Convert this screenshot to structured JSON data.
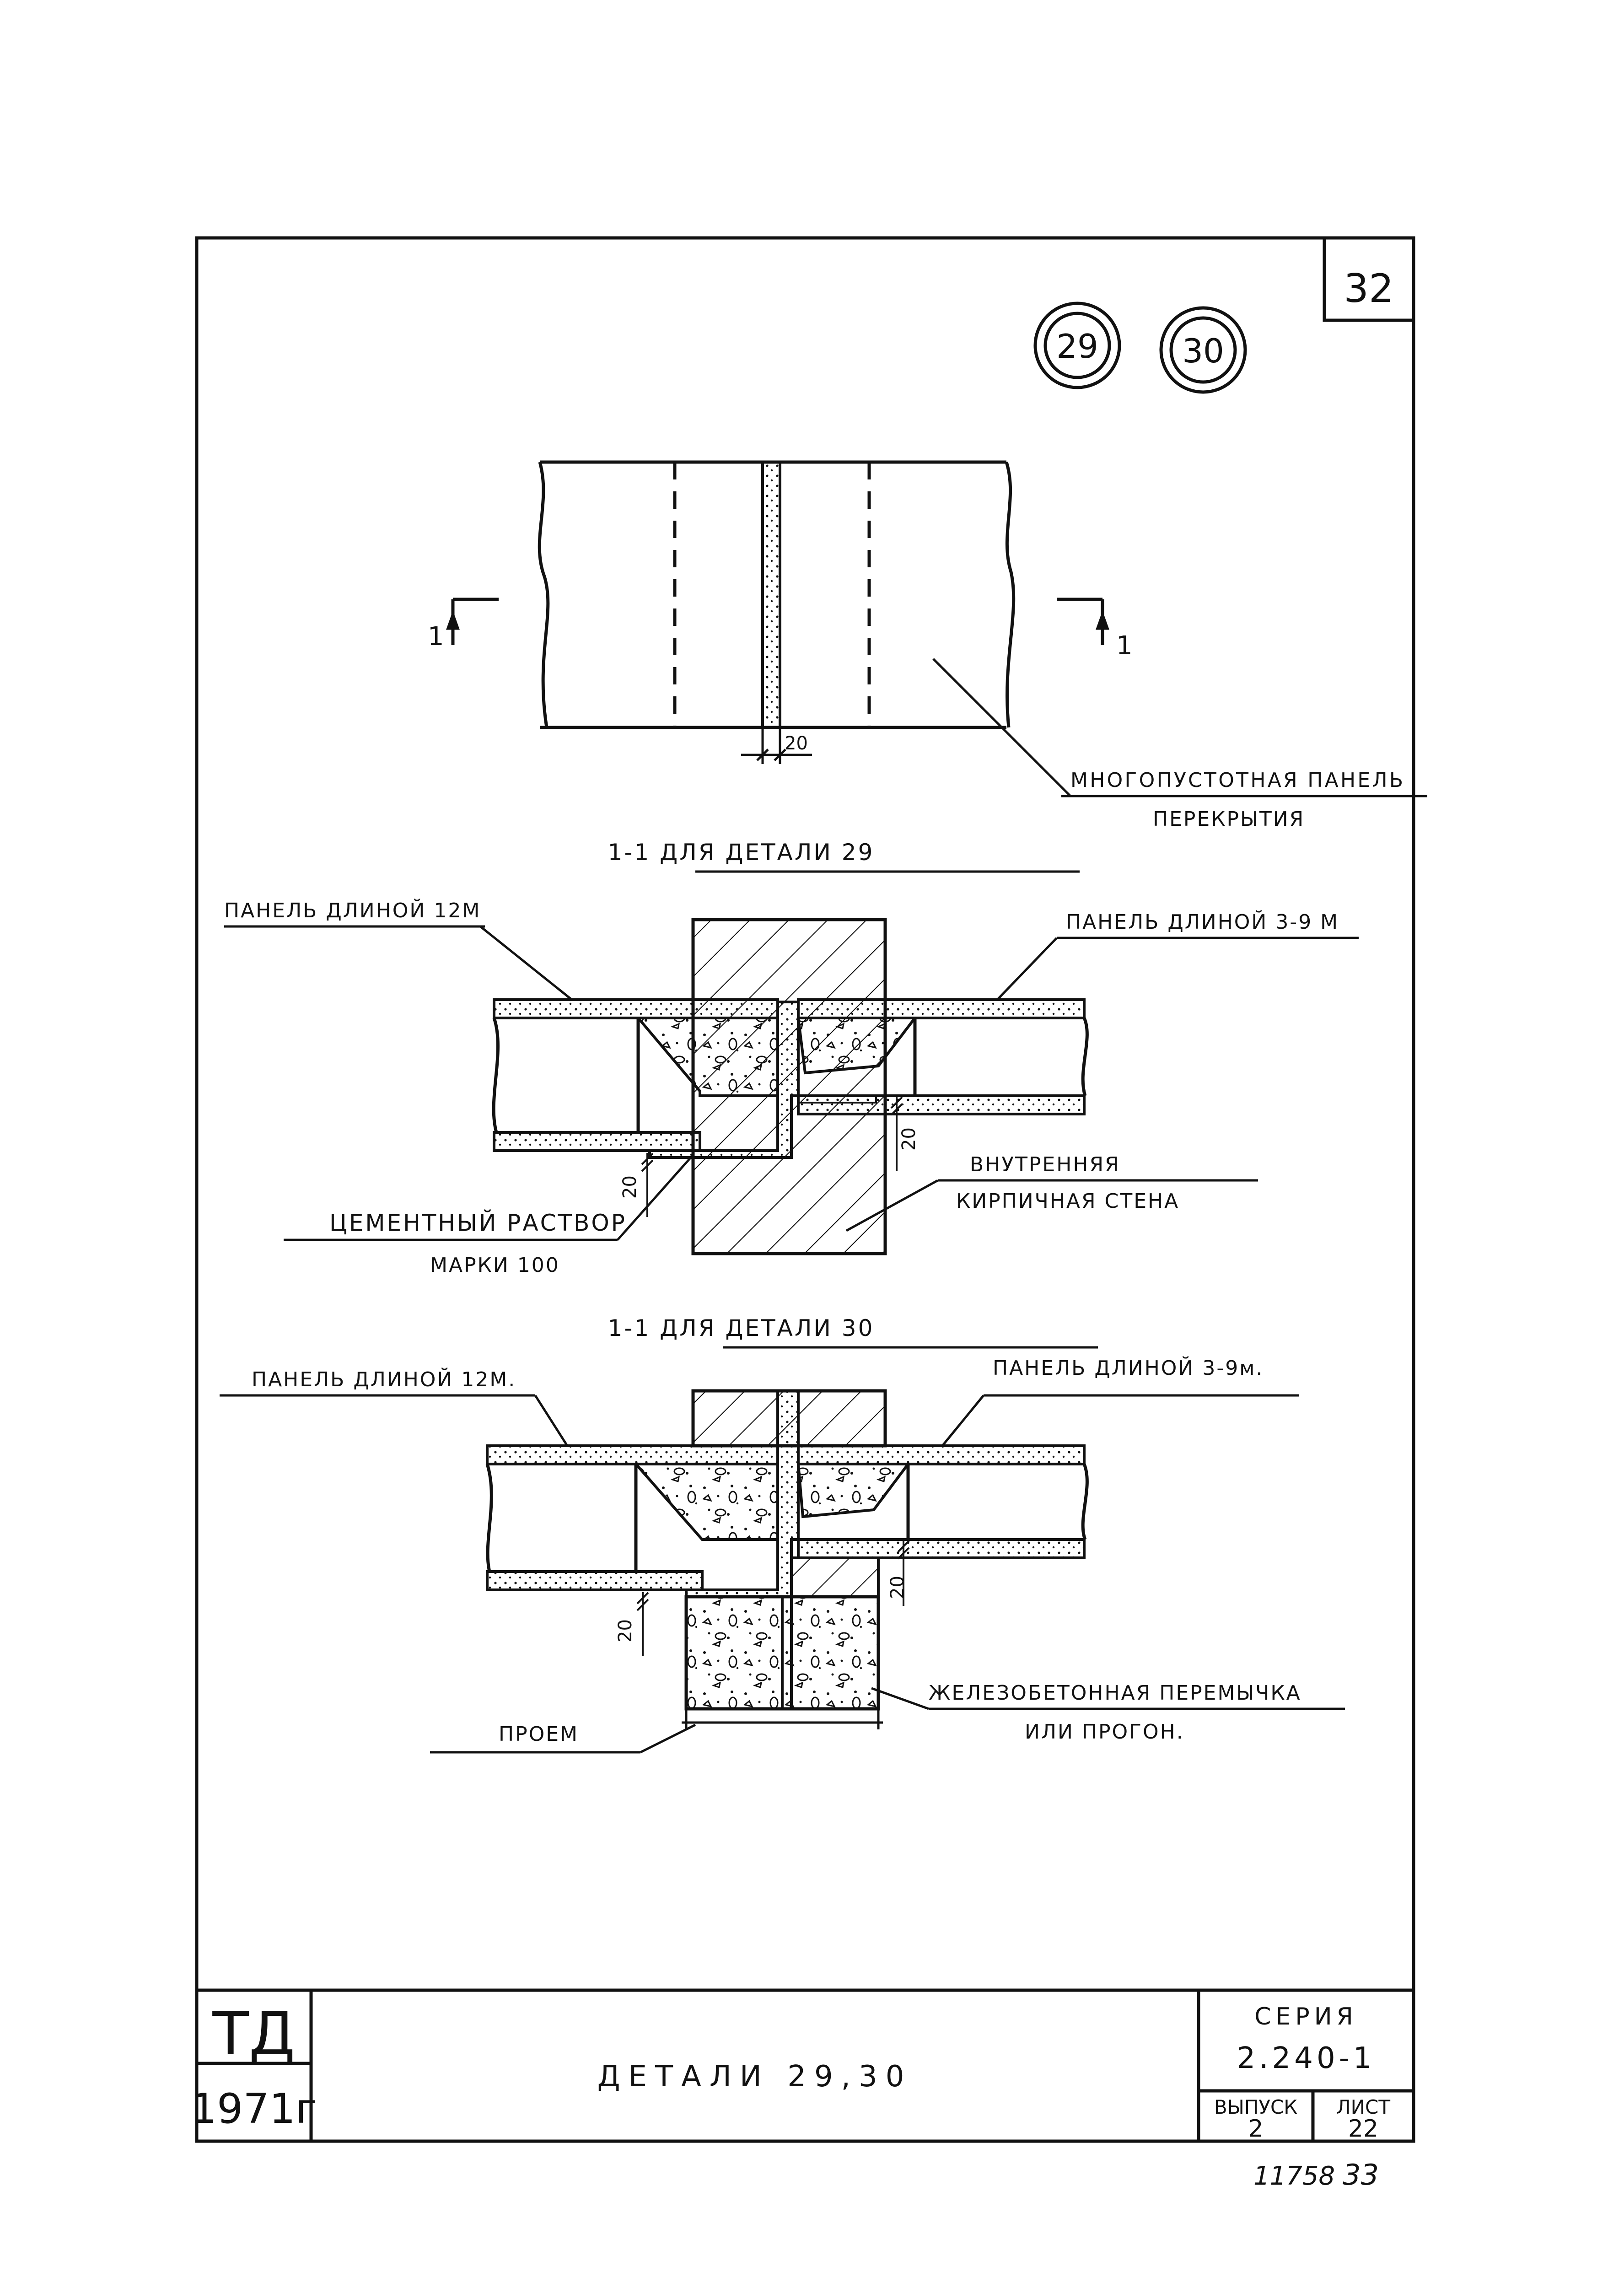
{
  "sheet_number": "32",
  "detail_circles": [
    "29",
    "30"
  ],
  "plan": {
    "section_marker_left": "1",
    "section_marker_right": "1",
    "joint_dim": "20",
    "panel_label_line1": "МНОГОПУСТОТНАЯ ПАНЕЛЬ",
    "panel_label_line2": "ПЕРЕКРЫТИЯ"
  },
  "section29": {
    "title": "1-1 ДЛЯ ДЕТАЛИ 29",
    "left_panel": "ПАНЕЛЬ ДЛИНОЙ 12М",
    "right_panel": "ПАНЕЛЬ ДЛИНОЙ 3-9 М",
    "dim_left": "20",
    "dim_right": "20",
    "mortar_line1": "ЦЕМЕНТНЫЙ РАСТВОР",
    "mortar_line2": "МАРКИ 100",
    "wall_line1": "ВНУТРЕННЯЯ",
    "wall_line2": "КИРПИЧНАЯ СТЕНА"
  },
  "section30": {
    "title": "1-1 ДЛЯ ДЕТАЛИ 30",
    "left_panel": "ПАНЕЛЬ ДЛИНОЙ 12М.",
    "right_panel": "ПАНЕЛЬ ДЛИНОЙ 3-9м.",
    "dim_left": "20",
    "dim_right": "20",
    "opening": "ПРОЕМ",
    "lintel_line1": "ЖЕЛЕЗОБЕТОННАЯ ПЕРЕМЫЧКА",
    "lintel_line2": "ИЛИ ПРОГОН."
  },
  "title_block": {
    "td": "ТД",
    "year": "1971г",
    "title": "ДЕТАЛИ 29,30",
    "series_label": "СЕРИЯ",
    "series_value": "2.240-1",
    "issue_label": "ВЫПУСК",
    "issue_value": "2",
    "sheet_label": "ЛИСТ",
    "sheet_value": "22"
  },
  "footer": {
    "inventory": "11758",
    "page": "33"
  }
}
